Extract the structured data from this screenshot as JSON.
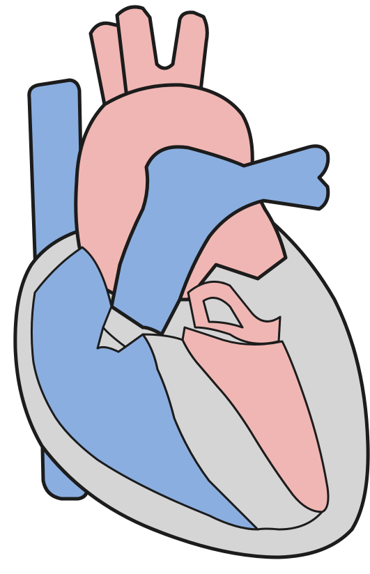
{
  "diagram": {
    "subject": "heart",
    "structures": [
      "aortic-arch",
      "aortic-branches",
      "superior-vena-cava",
      "inferior-vena-cava",
      "pulmonary-artery",
      "right-atrium",
      "right-ventricle",
      "left-atrium",
      "left-ventricle",
      "heart-wall",
      "valves"
    ]
  },
  "colors": {
    "deoxygenated_blood": "#8aaee0",
    "oxygenated_blood": "#f0b6b3",
    "heart_wall": "#d5d5d5",
    "outline": "#1c1c1c",
    "background": "#ffffff"
  }
}
